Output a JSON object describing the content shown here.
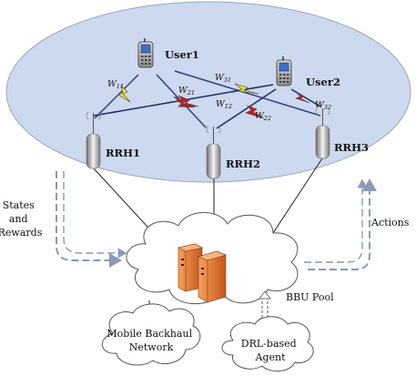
{
  "users": [
    {
      "id": "user1",
      "label": "User1"
    },
    {
      "id": "user2",
      "label": "User2"
    }
  ],
  "rrhs": [
    {
      "id": "rrh1",
      "label": "RRH1"
    },
    {
      "id": "rrh2",
      "label": "RRH2"
    },
    {
      "id": "rrh3",
      "label": "RRH3"
    }
  ],
  "channels": [
    {
      "id": "w11",
      "main": "W",
      "sub": "11"
    },
    {
      "id": "w21",
      "main": "W",
      "sub": "21"
    },
    {
      "id": "w31",
      "main": "W",
      "sub": "31"
    },
    {
      "id": "w12",
      "main": "W",
      "sub": "12"
    },
    {
      "id": "w22",
      "main": "W",
      "sub": "22"
    },
    {
      "id": "w32",
      "main": "W",
      "sub": "32"
    }
  ],
  "left_feedback": {
    "line1": "States",
    "line2": "and",
    "line3": "Rewards"
  },
  "right_feedback": {
    "label": "Actions"
  },
  "bbu_pool": {
    "label": "BBU Pool"
  },
  "mobile_backhaul": {
    "line1": "Mobile Backhaul",
    "line2": "Network"
  },
  "drl_agent": {
    "line1": "DRL-based",
    "line2": "Agent"
  },
  "colors": {
    "ellipse_fill": "#cdd9ee",
    "ellipse_stroke": "#9aa6bb",
    "link_blue": "#2e3f8a",
    "link_dark": "#1c2a66",
    "bolt_yellow": "#f2ec18",
    "bolt_red": "#d41414",
    "arrow_dashed": "#8a99b5",
    "server_orange": "#e8742a"
  }
}
